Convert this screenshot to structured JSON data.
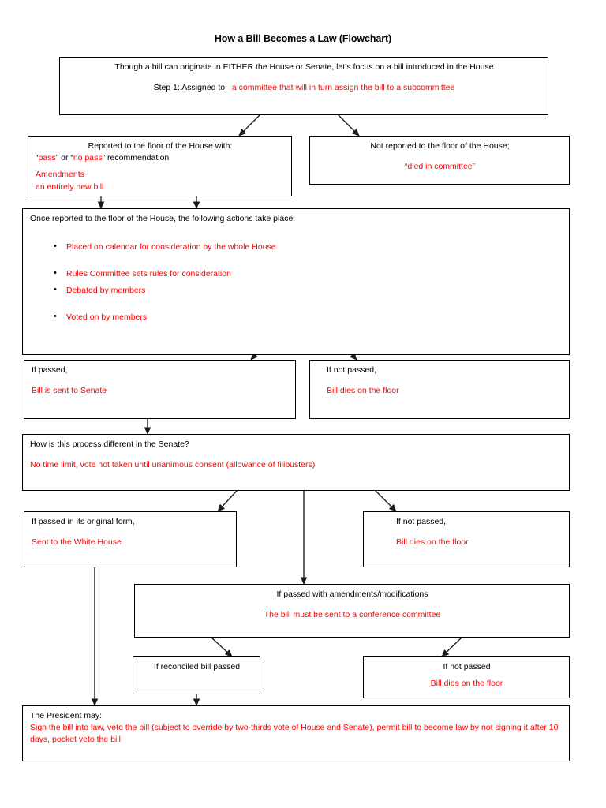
{
  "document": {
    "title": "How a Bill Becomes a Law (Flowchart)"
  },
  "colors": {
    "accent_red": "#ff0000",
    "text_black": "#000000",
    "box_border": "#000000",
    "page_background": "#ffffff"
  },
  "nodes": {
    "intro": {
      "line1": "Though a bill can originate in EITHER the House or Senate, let’s focus on a bill introduced in the House",
      "line2_label": "Step 1: Assigned to",
      "line2_value": "a committee that will in turn assign the bill to a subcommittee"
    },
    "reported": {
      "heading": "Reported to the floor of the House with:",
      "item1_quote_open": "“",
      "item1_pass": "pass",
      "item1_mid": "” or “",
      "item1_nopass": "no pass",
      "item1_end": "” recommendation",
      "item2": "Amendments",
      "item3": "an entirely new bill"
    },
    "not_reported": {
      "heading": "Not reported to the floor of the House;",
      "value": "“died in committee”"
    },
    "floor_actions": {
      "heading": "Once reported to the floor of the House, the following actions take place:",
      "bullets": [
        "Placed on calendar for consideration by the whole House",
        "Rules Committee sets rules for consideration",
        "Debated by members",
        "Voted on by members"
      ]
    },
    "house_passed": {
      "heading": "If passed,",
      "value": "Bill is sent to Senate"
    },
    "house_not_passed": {
      "heading": "If not passed,",
      "value": "Bill dies on the floor"
    },
    "senate": {
      "heading": "How is this process different in the Senate?",
      "value": "No time limit, vote not taken until unanimous consent (allowance of filibusters)"
    },
    "senate_original": {
      "heading": "If passed in its original form,",
      "value": "Sent to the White House"
    },
    "senate_not_passed": {
      "heading": "If not passed,",
      "value": "Bill dies on the floor"
    },
    "conference": {
      "heading": "If passed with amendments/modifications",
      "value": "The bill must be sent to a conference committee"
    },
    "reconciled_passed": {
      "heading": "If reconciled bill passed"
    },
    "reconciled_not_passed": {
      "heading": "If not passed",
      "value": "Bill dies on the floor"
    },
    "president": {
      "heading": "The President may:",
      "value": "Sign the bill into law, veto the bill (subject to override by two-thirds vote of House and Senate), permit bill to become law by not signing it after 10 days, pocket veto the bill"
    }
  }
}
